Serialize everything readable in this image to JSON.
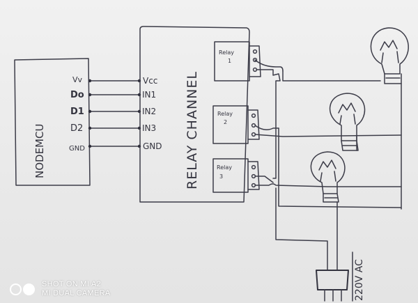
{
  "nodemcu": {
    "label": "NODEMCU",
    "pins": [
      "Vv",
      "Do",
      "D1",
      "D2",
      "GND"
    ]
  },
  "relay_board": {
    "label": "RELAY CHANNEL",
    "pins": [
      "Vcc",
      "IN1",
      "IN2",
      "IN3",
      "GND"
    ],
    "relays": [
      {
        "name": "Relay",
        "number": "1"
      },
      {
        "name": "Relay",
        "number": "2"
      },
      {
        "name": "Relay",
        "number": "3"
      }
    ]
  },
  "supply_label": "220V AC",
  "watermark": {
    "line1": "SHOT ON MI A2",
    "line2": "MI DUAL CAMERA"
  },
  "colors": {
    "ink": "#3c3c48",
    "paper": "#ececec",
    "watermark": "#ffffff"
  }
}
